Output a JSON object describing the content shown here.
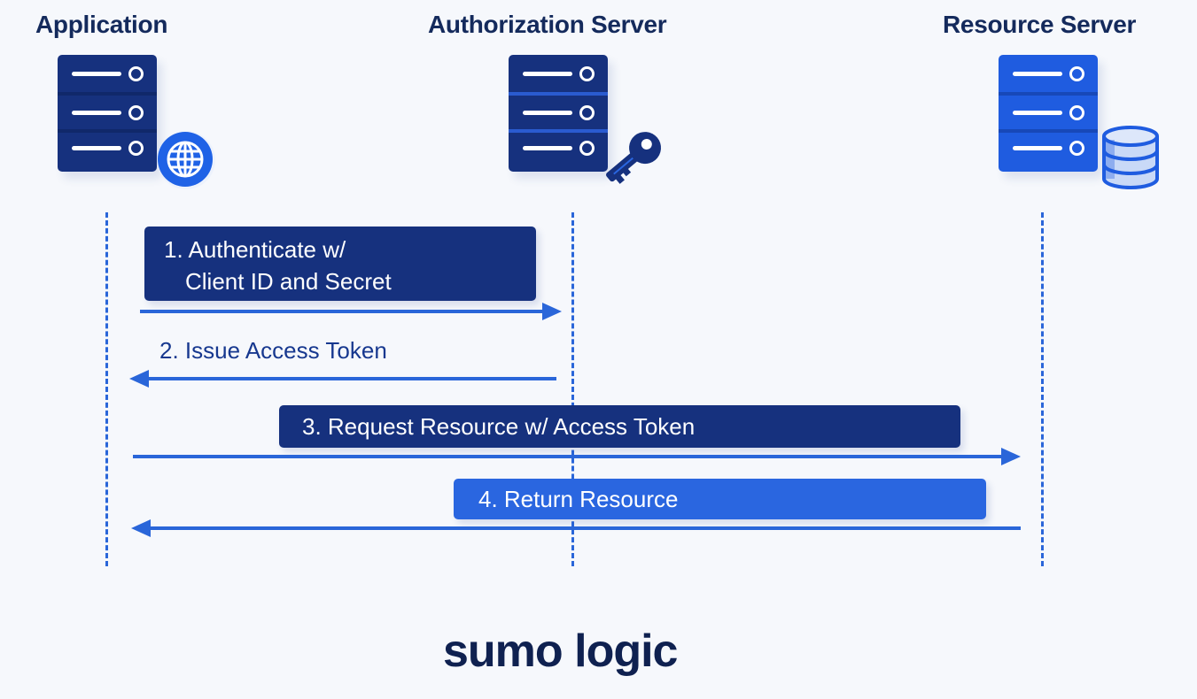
{
  "actors": [
    {
      "id": "application",
      "title": "Application",
      "icon": "globe-icon",
      "server_color": "#16317e",
      "divider_color": "#10286a",
      "led_fill": "#16317e"
    },
    {
      "id": "authorization-server",
      "title": "Authorization Server",
      "icon": "key-icon",
      "server_color": "#16317e",
      "divider_color": "#2a5bd0",
      "led_fill": "#16317e"
    },
    {
      "id": "resource-server",
      "title": "Resource Server",
      "icon": "database-icon",
      "server_color": "#1f5ce0",
      "divider_color": "#1748b8",
      "led_fill": "#1f5ce0"
    }
  ],
  "messages": [
    {
      "step": 1,
      "lines": [
        "1. Authenticate w/",
        "Client ID and Secret"
      ],
      "from": "Application",
      "to": "Authorization Server",
      "style": "dark-box"
    },
    {
      "step": 2,
      "lines": [
        "2. Issue Access Token"
      ],
      "from": "Authorization Server",
      "to": "Application",
      "style": "plain"
    },
    {
      "step": 3,
      "lines": [
        "3. Request Resource w/ Access Token"
      ],
      "from": "Application",
      "to": "Resource Server",
      "style": "dark-box"
    },
    {
      "step": 4,
      "lines": [
        "4. Return Resource"
      ],
      "from": "Resource Server",
      "to": "Application",
      "style": "light-box"
    }
  ],
  "colors": {
    "dark_box": "#16317e",
    "light_box": "#2a66e0",
    "arrow": "#2a66d9",
    "title_text": "#142a5c",
    "background": "#f6f8fc"
  },
  "logo": {
    "text": "sumo logic"
  }
}
